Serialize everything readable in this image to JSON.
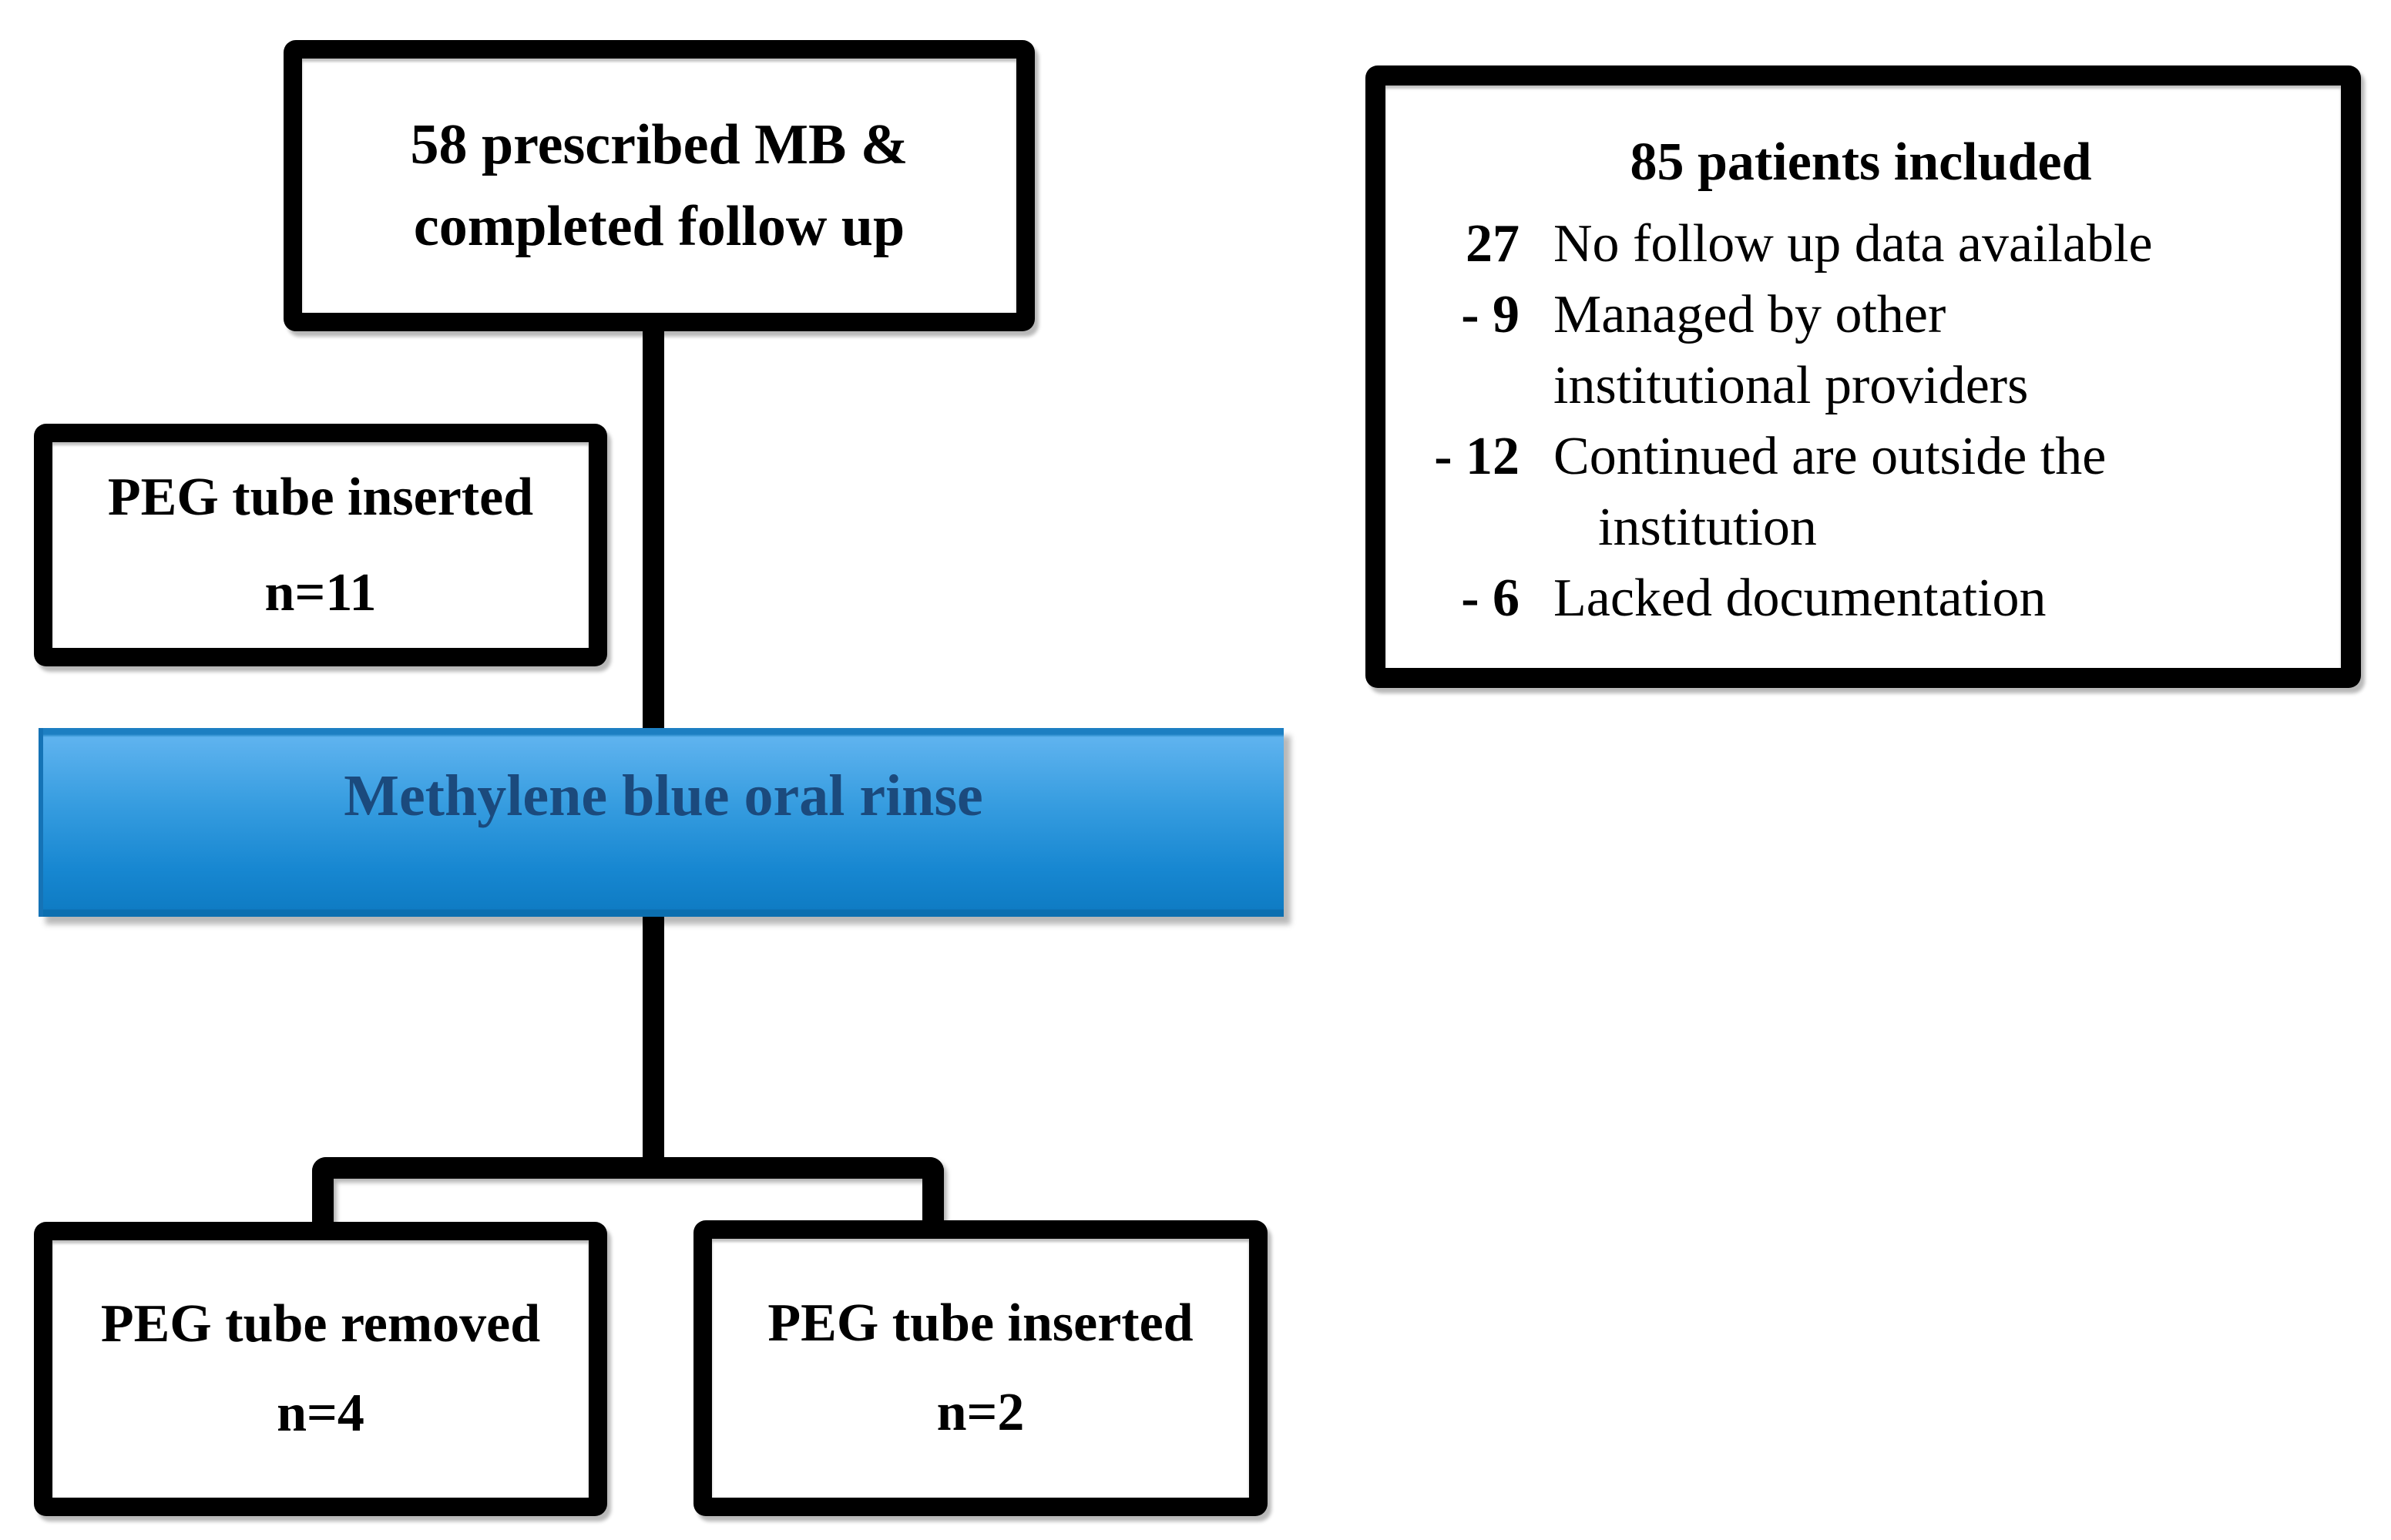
{
  "top_box": {
    "line1": "58 prescribed MB &",
    "line2": "completed follow up"
  },
  "side_box": {
    "title": "85 patients included",
    "rows": [
      {
        "num": "27",
        "text": "No follow up data available"
      },
      {
        "num": "- 9",
        "text": "Managed by other"
      },
      {
        "num": "",
        "text": "institutional providers"
      },
      {
        "num": "- 12",
        "text": "Continued are outside the"
      },
      {
        "num": "",
        "text": "institution"
      },
      {
        "num": "- 6",
        "text": "Lacked documentation"
      }
    ]
  },
  "peg_inserted_mid_box": {
    "line1": "PEG tube inserted",
    "line2": "n=11"
  },
  "banner": {
    "label": "Methylene blue oral rinse",
    "text_color": "#1b4a7d",
    "gradient_top": "#5fb3ef",
    "gradient_bottom": "#0e7cc2",
    "edge_dark": "#0c6fb0"
  },
  "outcome_removed_box": {
    "line1": "PEG tube removed",
    "line2": "n=4"
  },
  "outcome_inserted_box": {
    "line1": "PEG tube inserted",
    "line2": "n=2"
  },
  "colors": {
    "border": "#000000",
    "background": "#ffffff"
  }
}
